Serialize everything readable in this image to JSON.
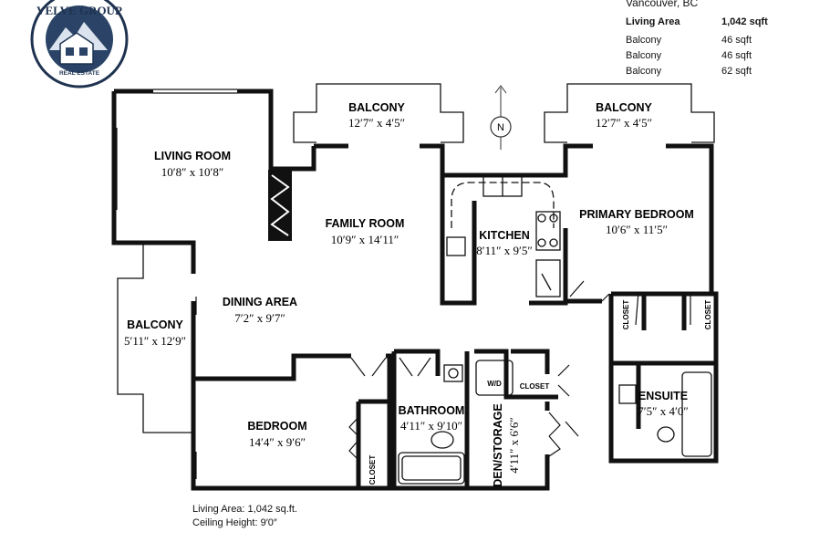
{
  "brand": {
    "name": "VELVE GROUP",
    "tagline": "REAL ESTATE"
  },
  "header": {
    "location": "Vancouver, BC",
    "areas": [
      {
        "label": "Living Area",
        "value": "1,042 sqft"
      },
      {
        "label": "Balcony",
        "value": "46 sqft"
      },
      {
        "label": "Balcony",
        "value": "46 sqft"
      },
      {
        "label": "Balcony",
        "value": "62 sqft"
      }
    ]
  },
  "compass": "N",
  "rooms": {
    "balcony_top_left": {
      "name": "BALCONY",
      "dims": "12′7″ x 4′5″"
    },
    "balcony_top_right": {
      "name": "BALCONY",
      "dims": "12′7″ x 4′5″"
    },
    "living_room": {
      "name": "LIVING ROOM",
      "dims": "10′8″ x 10′8″"
    },
    "family_room": {
      "name": "FAMILY ROOM",
      "dims": "10′9″ x 14′11″"
    },
    "kitchen": {
      "name": "KITCHEN",
      "dims": "8′11″ x 9′5″"
    },
    "primary_bedroom": {
      "name": "PRIMARY BEDROOM",
      "dims": "10′6″ x 11′5″"
    },
    "dining_area": {
      "name": "DINING AREA",
      "dims": "7′2″ x 9′7″"
    },
    "balcony_left": {
      "name": "BALCONY",
      "dims": "5′11″ x 12′9″"
    },
    "bedroom": {
      "name": "BEDROOM",
      "dims": "14′4″ x 9′6″"
    },
    "bathroom": {
      "name": "BATHROOM",
      "dims": "4′11″ x 9′10″"
    },
    "den_storage": {
      "name": "DEN/STORAGE",
      "dims": "4′11″ x 6′6″"
    },
    "ensuite": {
      "name": "ENSUITE",
      "dims": "7′5″ x 4′0″"
    }
  },
  "closets": [
    "CLOSET",
    "CLOSET",
    "CLOSET",
    "CLOSET"
  ],
  "washer_dryer": "W/D",
  "footer": {
    "living_area": "Living Area: 1,042 sq.ft.",
    "ceiling_height": "Ceiling Height: 9′0″"
  }
}
